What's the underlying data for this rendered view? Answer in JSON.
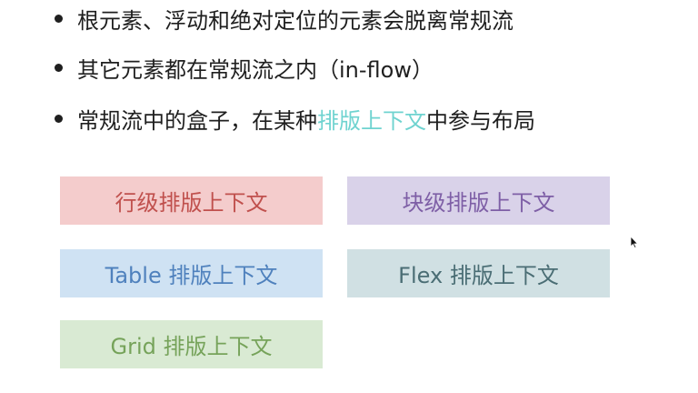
{
  "bullets": {
    "line1": "根元素、浮动和绝对定位的元素会脱离常规流",
    "line2": "其它元素都在常规流之内（in-flow）",
    "line3_before": "常规流中的盒子，在某种",
    "line3_highlight": "排版上下文",
    "line3_after": "中参与布局"
  },
  "boxes": {
    "inline": "行级排版上下文",
    "block": "块级排版上下文",
    "table": "Table 排版上下文",
    "flex": "Flex 排版上下文",
    "grid": "Grid 排版上下文"
  },
  "colors": {
    "text": "#1f1f1f",
    "highlight": "#6fd3d0",
    "inline_bg": "#f4cccc",
    "inline_text": "#c0504d",
    "block_bg": "#d9d2e9",
    "block_text": "#7e5fa6",
    "table_bg": "#cfe2f3",
    "table_text": "#4f81bd",
    "flex_bg": "#d0e0e3",
    "flex_text": "#4a6d74",
    "grid_bg": "#d9ead3",
    "grid_text": "#76a35a"
  }
}
